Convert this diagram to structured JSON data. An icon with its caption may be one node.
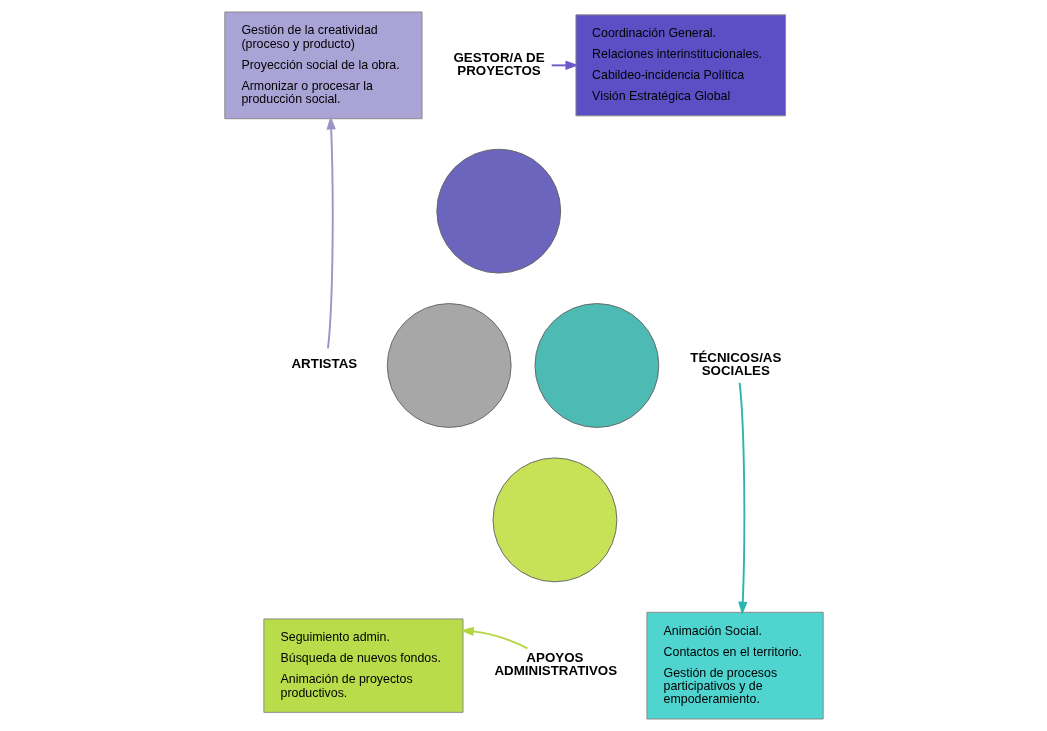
{
  "diagram": {
    "nodes": [
      {
        "text": [
          "Gestión de la creatividad (proceso y producto)",
          "Proyección social de la obra.",
          "Armonizar o procesar la producción social."
        ]
      },
      {
        "text": [
          "GESTOR/A DE PROYECTOS"
        ]
      },
      {
        "text": [
          "Coordinación General.",
          "Relaciones interinstitucionales.",
          "Cabildeo-incidencia Política",
          "Visión Estratégica Global"
        ]
      },
      {
        "text": [],
        "shape": "circle"
      },
      {
        "text": [],
        "shape": "circle"
      },
      {
        "text": [],
        "shape": "circle"
      },
      {
        "text": [
          "ARTISTAS"
        ]
      },
      {
        "text": [
          "TÉCNICOS/AS SOCIALES"
        ]
      },
      {
        "text": [],
        "shape": "circle"
      },
      {
        "text": [
          "Animación Social.",
          "Contactos en el territorio.",
          "Gestión de procesos participativos y de empoderamiento."
        ]
      },
      {
        "text": [
          "Seguimiento admin.",
          "Búsqueda de nuevos fondos.",
          "Animación de proyectos productivos."
        ]
      },
      {
        "text": [
          "APOYOS ADMINISTRATIVOS"
        ]
      }
    ],
    "edges": [
      {
        "from": 1,
        "to": 2,
        "arrow": "to",
        "color": "#6a5acd"
      },
      {
        "from": 6,
        "to": 0,
        "arrow": "to",
        "color": "#9a94c8"
      },
      {
        "from": 7,
        "to": 9,
        "arrow": "to",
        "color": "#2cb5b0"
      },
      {
        "from": 11,
        "to": 10,
        "arrow": "to",
        "color": "#b5d642"
      }
    ]
  }
}
